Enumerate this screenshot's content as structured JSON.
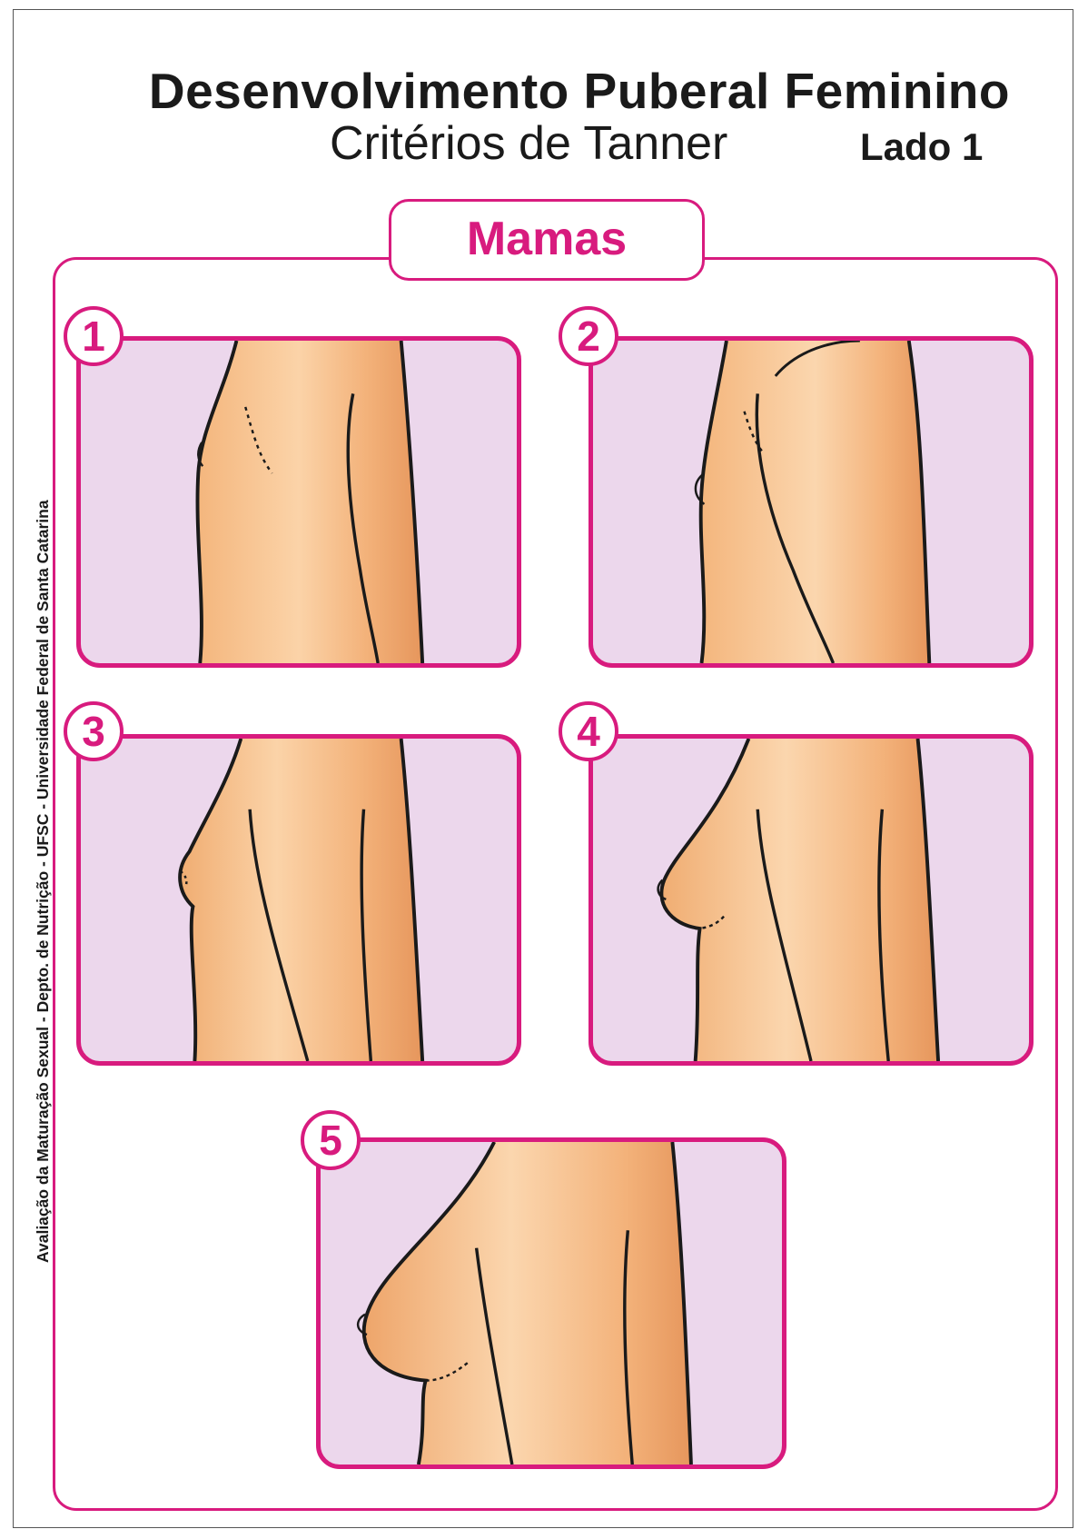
{
  "header": {
    "title": "Desenvolvimento Puberal Feminino",
    "subtitle": "Critérios de Tanner",
    "side": "Lado 1"
  },
  "section": {
    "label": "Mamas"
  },
  "credit": "Avaliação da Maturação Sexual - Depto. de Nutrição - UFSC - Universidade Federal de Santa Catarina",
  "stages": [
    {
      "number": "1"
    },
    {
      "number": "2"
    },
    {
      "number": "3"
    },
    {
      "number": "4"
    },
    {
      "number": "5"
    }
  ],
  "colors": {
    "accent": "#d81b7e",
    "panel_background": "#ecd7ec",
    "skin_light": "#f8c79a",
    "skin_dark": "#e89a5f",
    "outline": "#1a1a1a"
  }
}
